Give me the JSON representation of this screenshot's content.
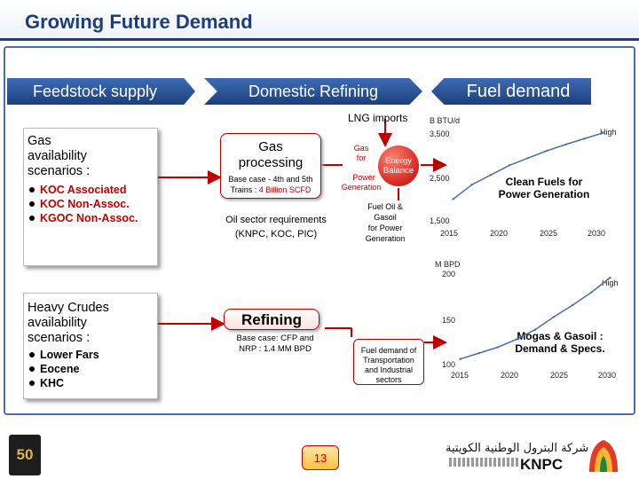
{
  "title": "Growing Future Demand",
  "page_number": "13",
  "logo_50": "50",
  "banners": {
    "feedstock": "Feedstock supply",
    "refining": "Domestic Refining",
    "fuel": "Fuel demand"
  },
  "gas_box": {
    "title_line1": "Gas",
    "title_line2": "availability",
    "title_line3": "scenarios :",
    "items": [
      "KOC Associated",
      "KOC Non-Assoc.",
      "KGOC Non-Assoc."
    ]
  },
  "heavy_box": {
    "title_line1": "Heavy Crudes",
    "title_line2": "availability",
    "title_line3": "scenarios :",
    "items": [
      "Lower Fars",
      "Eocene",
      "KHC"
    ]
  },
  "gas_processing": {
    "title_line1": "Gas",
    "title_line2": "processing",
    "base_line1": "Base case - 4th and 5th",
    "base_line2_prefix": "Trains : ",
    "base_line2_value": "4 Billion SCFD"
  },
  "oil_sector": {
    "line1": "Oil sector requirements",
    "line2": "(KNPC, KOC, PIC)"
  },
  "refining": {
    "title": "Refining",
    "base_line1": "Base case: CFP and",
    "base_line2": "NRP : 1.4 MM BPD"
  },
  "lng_imports": "LNG imports",
  "gas_for_line1": "Gas",
  "gas_for_line2": "for",
  "power_line1": "Power",
  "power_line2": "Generation",
  "energy_line1": "Energy",
  "energy_line2": "Balance",
  "fuel_oil": {
    "line1": "Fuel Oil &",
    "line2": "Gasoil",
    "line3": "for Power",
    "line4": "Generation"
  },
  "fuel_demand": {
    "line1": "Fuel demand of",
    "line2": "Transportation",
    "line3": "and Industrial",
    "line4": "sectors"
  },
  "chart_data": [
    {
      "type": "line",
      "title": "",
      "ylabel": "B BTU/d",
      "yticks": [
        "3,500",
        "2,500",
        "1,500"
      ],
      "xticks": [
        "2015",
        "2020",
        "2025",
        "2030"
      ],
      "series_label": "High",
      "caption_line1": "Clean Fuels for",
      "caption_line2": "Power Generation",
      "x": [
        2014,
        2016,
        2018,
        2020,
        2022,
        2024,
        2026,
        2028,
        2030
      ],
      "series": [
        {
          "values": [
            2150,
            2450,
            2650,
            2850,
            3000,
            3150,
            3280,
            3400,
            3520
          ]
        }
      ],
      "ylim": [
        1500,
        3700
      ],
      "xlim": [
        2013,
        2031
      ]
    },
    {
      "type": "line",
      "title": "",
      "ylabel": "M BPD",
      "yticks": [
        "200",
        "150",
        "100"
      ],
      "xticks": [
        "2015",
        "2020",
        "2025",
        "2030"
      ],
      "series_label": "High",
      "caption_line1": "Mogas & Gasoil :",
      "caption_line2": "Demand & Specs.",
      "x": [
        2014,
        2016,
        2018,
        2020,
        2022,
        2024,
        2026,
        2028,
        2030
      ],
      "series": [
        {
          "values": [
            112,
            118,
            124,
            132,
            142,
            155,
            167,
            180,
            195
          ]
        }
      ],
      "ylim": [
        100,
        205
      ],
      "xlim": [
        2013,
        2031
      ]
    }
  ],
  "colors": {
    "brand_blue": "#1f3d7a",
    "accent_red": "#c00000",
    "line_blue": "#4a6fa5"
  }
}
